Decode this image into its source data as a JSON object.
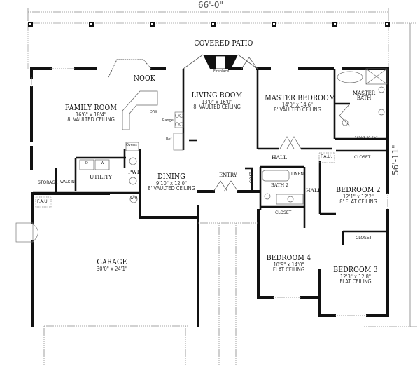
{
  "dimensions": {
    "width": "66'-0\"",
    "depth": "56'-11\""
  },
  "rooms": [
    {
      "id": "covered-patio",
      "name": "COVERED PATIO",
      "size": "",
      "ceiling": ""
    },
    {
      "id": "family-room",
      "name": "FAMILY ROOM",
      "size": "16'6\" x 18'4\"",
      "ceiling": "8' VAULTED CEILING"
    },
    {
      "id": "nook",
      "name": "NOOK",
      "size": "",
      "ceiling": ""
    },
    {
      "id": "living-room",
      "name": "LIVING ROOM",
      "size": "13'0\" x 16'0\"",
      "ceiling": "8' VAULTED CEILING"
    },
    {
      "id": "master-bedroom",
      "name": "MASTER BEDROOM",
      "size": "14'0\" x 14'6\"",
      "ceiling": "8' VAULTED CEILING"
    },
    {
      "id": "master-bath",
      "name": "MASTER BATH",
      "size": "",
      "ceiling": ""
    },
    {
      "id": "walk-in",
      "name": "WALK-IN",
      "size": "",
      "ceiling": ""
    },
    {
      "id": "dining",
      "name": "DINING",
      "size": "9'10\" x 12'0\"",
      "ceiling": "8' VAULTED CEILING"
    },
    {
      "id": "entry",
      "name": "ENTRY",
      "size": "",
      "ceiling": ""
    },
    {
      "id": "utility",
      "name": "UTILITY",
      "size": "",
      "ceiling": ""
    },
    {
      "id": "pwr",
      "name": "PWR",
      "size": "",
      "ceiling": ""
    },
    {
      "id": "hall-1",
      "name": "HALL",
      "size": "",
      "ceiling": ""
    },
    {
      "id": "hall-2",
      "name": "HALL",
      "size": "",
      "ceiling": ""
    },
    {
      "id": "bath-2",
      "name": "BATH 2",
      "size": "",
      "ceiling": ""
    },
    {
      "id": "bedroom-2",
      "name": "BEDROOM 2",
      "size": "12'1\" x 12'2\"",
      "ceiling": "8' FLAT CEILING"
    },
    {
      "id": "bedroom-3",
      "name": "BEDROOM 3",
      "size": "12'3\" x 12'8\"",
      "ceiling": "FLAT CEILING"
    },
    {
      "id": "bedroom-4",
      "name": "BEDROOM 4",
      "size": "10'9\" x 14'0\"",
      "ceiling": "FLAT CEILING"
    },
    {
      "id": "garage",
      "name": "GARAGE",
      "size": "30'0\" x 24'1\"",
      "ceiling": ""
    }
  ],
  "fixtures": {
    "fireplace": "Fireplace",
    "dw": "D/W",
    "range": "Range",
    "ref": "Ref",
    "ovens": "Ovens",
    "storage": "STORAGE",
    "walk_in_small": "WALK-IN",
    "fau_garage": "F.A.U.",
    "fau_hall": "F.A.U.",
    "closet_master": "CLOSET",
    "closet_bath2": "CLOSET",
    "closet_bed3": "CLOSET",
    "linen": "LINEN",
    "coat": "COAT",
    "washer_dryer": "W/H",
    "dryer": "D",
    "washer": "W"
  }
}
